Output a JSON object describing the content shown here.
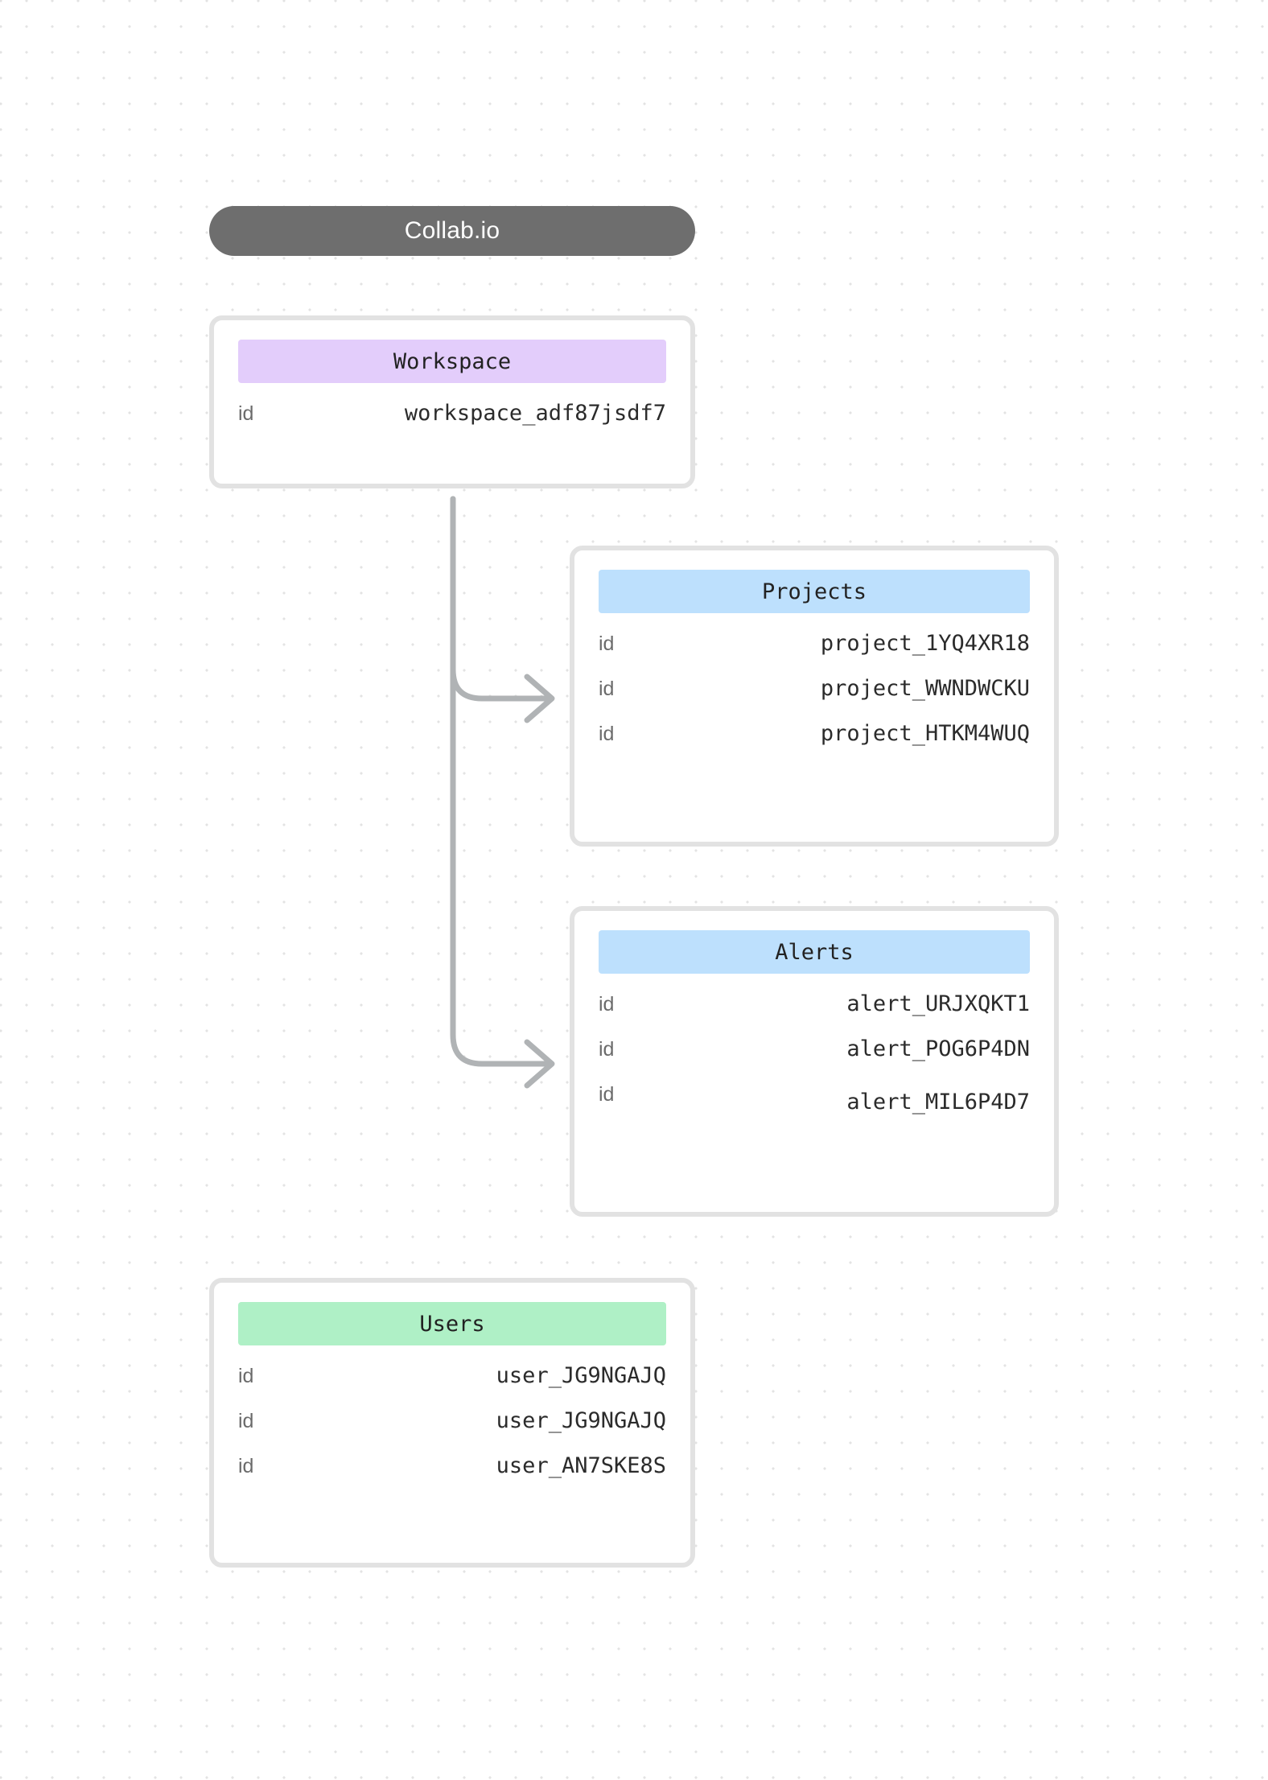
{
  "header": {
    "title": "Collab.io"
  },
  "tables": [
    {
      "name": "Workspace",
      "chip_color": "#e3cdfb",
      "rows": [
        {
          "key": "id",
          "value": "workspace_adf87jsdf7"
        }
      ]
    },
    {
      "name": "Projects",
      "chip_color": "#bde0fd",
      "rows": [
        {
          "key": "id",
          "value": "project_1YQ4XR18"
        },
        {
          "key": "id",
          "value": "project_WWNDWCKU"
        },
        {
          "key": "id",
          "value": "project_HTKM4WUQ"
        }
      ]
    },
    {
      "name": "Alerts",
      "chip_color": "#bde0fd",
      "rows": [
        {
          "key": "id",
          "value": "alert_URJXQKT1"
        },
        {
          "key": "id",
          "value": "alert_POG6P4DN"
        },
        {
          "key": "id",
          "value": "alert_MIL6P4D7"
        }
      ]
    },
    {
      "name": "Users",
      "chip_color": "#aff0c6",
      "rows": [
        {
          "key": "id",
          "value": "user_JG9NGAJQ"
        },
        {
          "key": "id",
          "value": "user_JG9NGAJQ"
        },
        {
          "key": "id",
          "value": "user_AN7SKE8S"
        }
      ]
    }
  ],
  "connectors": {
    "line_color": "#b0b3b5",
    "edges": [
      {
        "from": "Workspace",
        "to": "Projects"
      },
      {
        "from": "Workspace",
        "to": "Alerts"
      }
    ]
  },
  "colors": {
    "background": "#ffffff",
    "grid_dot": "#e3e3e3",
    "card_border": "#e2e2e2",
    "title_pill": "#6e6e6e",
    "key_text": "#6b6b6b",
    "value_text": "#2b2b2b"
  }
}
